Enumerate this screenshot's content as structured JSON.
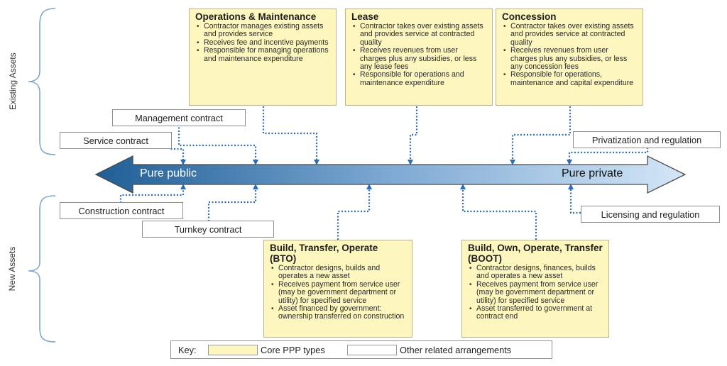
{
  "side_labels": {
    "top": "Existing Assets",
    "bottom": "New Assets"
  },
  "axis": {
    "left": "Pure public",
    "right": "Pure private"
  },
  "core_types": [
    {
      "title": "Operations & Maintenance",
      "bullets": [
        "Contractor manages existing assets and provides service",
        "Receives fee and incentive payments",
        "Responsible for managing operations and maintenance expenditure"
      ]
    },
    {
      "title": "Lease",
      "bullets": [
        "Contractor takes over existing assets and provides service at contracted quality",
        "Receives revenues from user charges plus any subsidies, or less any lease fees",
        "Responsible for operations and maintenance expenditure"
      ]
    },
    {
      "title": "Concession",
      "bullets": [
        "Contractor takes over existing assets and provides service at contracted quality",
        "Receives revenues from user charges plus any subsidies, or less any concession fees",
        "Responsible for operations, maintenance and capital expenditure"
      ]
    },
    {
      "title": "Build, Transfer, Operate (BTO)",
      "bullets": [
        "Contractor designs, builds and operates a new asset",
        "Receives payment from service user (may be government department or utility) for specified service",
        "Asset financed by government: ownership transferred on construction"
      ]
    },
    {
      "title": "Build, Own, Operate, Transfer (BOOT)",
      "bullets": [
        "Contractor designs, finances, builds and operates a new asset",
        "Receives payment from service user (may be government department or utility) for specified service",
        "Asset transferred to government at contract end"
      ]
    }
  ],
  "other_arrangements": {
    "management": "Management contract",
    "service": "Service contract",
    "privatization": "Privatization and regulation",
    "construction": "Construction contract",
    "turnkey": "Turnkey contract",
    "licensing": "Licensing and regulation"
  },
  "key": {
    "label": "Key:",
    "core": "Core PPP types",
    "other": "Other related arrangements"
  },
  "colors": {
    "core_fill": "#fdf6bf",
    "arrow_dark": "#1f5e95",
    "arrow_light": "#d3e6f6",
    "connector": "#2d6db5",
    "brace": "#7fa8cf"
  }
}
